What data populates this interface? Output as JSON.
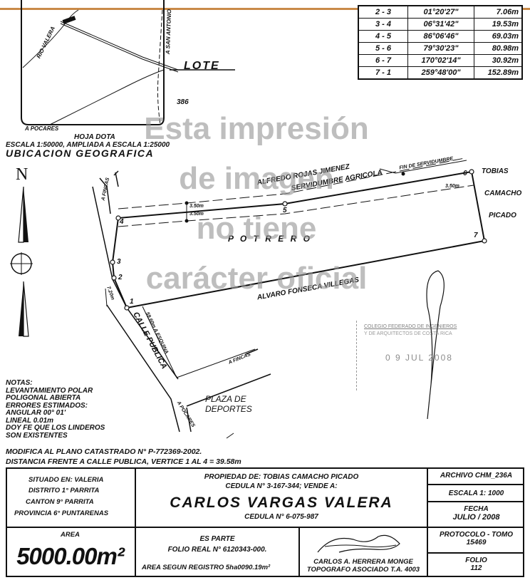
{
  "bearing_table": [
    {
      "seg": "2 - 3",
      "angle": "01°20'27\"",
      "dist": "7.06m"
    },
    {
      "seg": "3 - 4",
      "angle": "06°31'42\"",
      "dist": "19.53m"
    },
    {
      "seg": "4 - 5",
      "angle": "86°06'46\"",
      "dist": "69.03m"
    },
    {
      "seg": "5 - 6",
      "angle": "79°30'23\"",
      "dist": "80.98m"
    },
    {
      "seg": "6 - 7",
      "angle": "170°02'14\"",
      "dist": "30.92m"
    },
    {
      "seg": "7 - 1",
      "angle": "259°48'00\"",
      "dist": "152.89m"
    }
  ],
  "location_map": {
    "rio": "RIO VALERA",
    "san_antonio": "A SAN ANTONIO",
    "pocares": "A POCARES",
    "lote": "LOTE",
    "num": "386",
    "hoja": "HOJA DOTA",
    "escala": "ESCALA 1:50000, AMPLIADA A ESCALA 1:25000",
    "ubicacion": "UBICACION GEOGRAFICA",
    "north": "N"
  },
  "plan": {
    "neighbor_north": "ALFREDO ROJAS JIMENEZ",
    "servidumbre": "SERVIDUMBRE AGRICOLA",
    "fin_servidumbre": "FIN DE SERVIDUMBRE",
    "east_1": "TOBIAS",
    "east_2": "CAMACHO",
    "east_3": "PICADO",
    "potrero": "P O T R E R O",
    "neighbor_south": "ALVARO FONSECA VILLEGAS",
    "calle_publica": "CALLE PUBLICA",
    "a_fincas_1": "A FINCAS",
    "a_fincas_2": "A FINCAS",
    "a_esquina": "59.60m A ESQUINA",
    "a_pocares": "A POCARES",
    "plaza_1": "PLAZA DE",
    "plaza_2": "DEPORTES",
    "width_1": "3.50m",
    "width_2": "3.50m",
    "width_3": "3.50m",
    "frente": "7.20m",
    "vertices": [
      "1",
      "2",
      "3",
      "4",
      "5",
      "6",
      "7"
    ]
  },
  "stamp": {
    "line1": "COLEGIO FEDERADO DE INGENIEROS",
    "line2": "Y DE ARQUITECTOS DE COSTA RICA",
    "line3": "0 9 JUL 2008"
  },
  "watermark": [
    "Esta impresión",
    "de imagen",
    "no tiene",
    "carácter oficial"
  ],
  "notes": [
    "NOTAS:",
    "LEVANTAMIENTO POLAR",
    "POLIGONAL ABIERTA",
    "ERRORES ESTIMADOS:",
    "ANGULAR 00° 01'",
    "LINEAL 0.01m",
    "DOY FE QUE LOS LINDEROS",
    "SON EXISTENTES"
  ],
  "modifica": "MODIFICA AL PLANO CATASTRADO N° P-772369-2002.",
  "distancia": "DISTANCIA FRENTE A CALLE PUBLICA, VERTICE 1 AL 4 = 39.58m",
  "title_block": {
    "situado": "SITUADO EN: VALERIA",
    "distrito": "DISTRITO 1° PARRITA",
    "canton": "CANTON 9° PARRITA",
    "provincia": "PROVINCIA 6° PUNTARENAS",
    "propiedad": "PROPIEDAD DE: TOBIAS CAMACHO PICADO",
    "cedula_vende": "CEDULA N° 3-167-344; VENDE A:",
    "buyer": "CARLOS VARGAS VALERA",
    "buyer_cedula": "CEDULA N° 6-075-987",
    "archivo": "ARCHIVO CHM_236A",
    "escala": "ESCALA 1: 1000",
    "fecha_label": "FECHA",
    "fecha": "JULIO / 2008",
    "area_label": "AREA",
    "area": "5000.00m²",
    "es_parte": "ES PARTE",
    "folio_real": "FOLIO REAL N° 6120343-000.",
    "area_registro": "AREA SEGUN REGISTRO 5ha0090.19m²",
    "topografo_name": "CARLOS A. HERRERA MONGE",
    "topografo_title": "TOPOGRAFO ASOCIADO T.A. 4003",
    "protocolo_label": "PROTOCOLO - TOMO",
    "protocolo": "15469",
    "folio_label": "FOLIO",
    "folio": "112"
  }
}
